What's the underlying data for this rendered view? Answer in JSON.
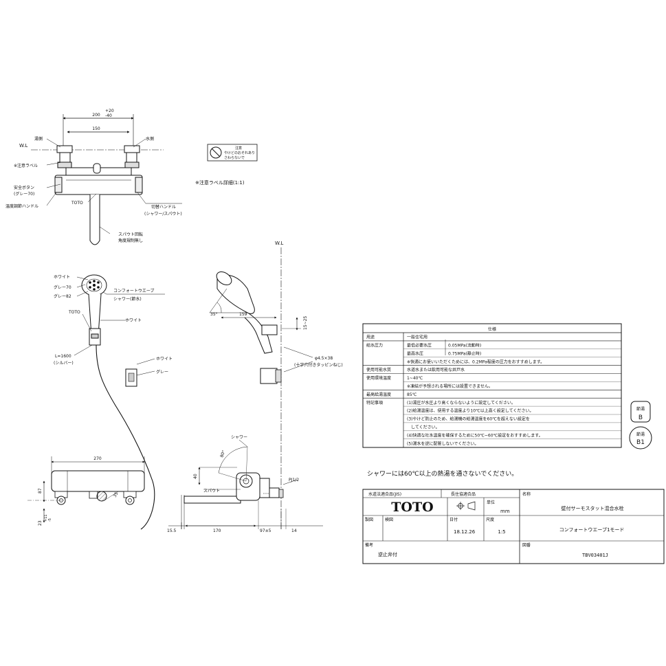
{
  "top_view": {
    "dim_top": "200",
    "dim_top_tol_upper": "+20",
    "dim_top_tol_lower": "-40",
    "dim_150": "150",
    "wl_label": "W.L",
    "left_callouts": [
      "湯側",
      "※注意ラベル",
      "安全ボタン",
      "(グレー70)",
      "温度調節ハンドル"
    ],
    "right_callouts": [
      "水側"
    ],
    "toto_mark": "TOTO",
    "switch_handle": "切替ハンドル",
    "switch_handle_sub": "(シャワー/スパウト)",
    "spout_note_1": "スパウト回転",
    "spout_note_2": "角度規制無し"
  },
  "caution_label": {
    "detail_caption": "※注意ラベル詳細(1:1)",
    "label_line1": "注意",
    "label_line2": "やけどのおそれあり",
    "label_line3": "さわらないで"
  },
  "shower_head": {
    "callouts": [
      "ホワイト",
      "グレー70",
      "グレー82",
      "TOTO",
      "ホワイト"
    ],
    "name_1": "コンフォートウエーブ",
    "name_2": "シャワー(節水)",
    "hose_len": "L=1600",
    "hose_color": "(シルバー)"
  },
  "holder": {
    "callouts": [
      "ホワイト",
      "グレー"
    ]
  },
  "side_view": {
    "wl_label": "W.L",
    "angle_label": "35°",
    "dim_159": "159",
    "dim_15_25": "15~25",
    "screw_1": "φ4.5×38",
    "screw_2": "(十字穴付きタッピンねじ)"
  },
  "front_view": {
    "dim_270": "270",
    "dim_87": "87",
    "dim_23": "23",
    "dim_23_tol_upper": "+11",
    "dim_23_tol_lower": "-5",
    "dim_35": "35"
  },
  "spout_view": {
    "shower_label": "シャワー",
    "angle_80": "80°",
    "spout_label": "スパウト",
    "dim_40": "40",
    "pj_label": "PJ1/2",
    "dim_15_5": "15.5",
    "dim_170": "170",
    "dim_97": "97±5",
    "dim_14": "14"
  },
  "spec_table": {
    "title": "仕様",
    "rows": [
      {
        "label": "用途",
        "sub": "",
        "value": "一般住宅用"
      },
      {
        "label": "給水圧力",
        "sub": "最低必要水圧",
        "value": "0.05MPa(流動時)"
      },
      {
        "label": "",
        "sub": "最高水圧",
        "value": "0.75MPa(静止時)"
      },
      {
        "label": "",
        "sub": "",
        "value": "※快適にお使いいただくためには、0.2MPa程度の圧力をおすすめします。"
      },
      {
        "label": "使用可能水質",
        "sub": "",
        "value": "水道水または飲用可能な井戸水"
      },
      {
        "label": "使用環境温度",
        "sub": "",
        "value": "1~40℃"
      },
      {
        "label": "",
        "sub": "",
        "value": "※凍結が予想される場所には設置できません。"
      },
      {
        "label": "最高給湯温度",
        "sub": "",
        "value": "85℃"
      },
      {
        "label": "特記事項",
        "sub": "",
        "value": "(1)湯圧が水圧より高くならないように設定してください。"
      },
      {
        "label": "",
        "sub": "",
        "value": "(2)給湯温度は、使用する温度より10℃以上高く設定してください。"
      },
      {
        "label": "",
        "sub": "",
        "value": "(3)やけど防止のため、給湯機の給湯温度を60℃を超えない設定を"
      },
      {
        "label": "",
        "sub": "",
        "value": "　してください。"
      },
      {
        "label": "",
        "sub": "",
        "value": "(4)快適な吐水温度を確保するために50℃~60℃設定をおすすめします。"
      },
      {
        "label": "",
        "sub": "",
        "value": "(5)湯水を逆に配管しないでください。"
      }
    ]
  },
  "badges": {
    "b_top": "節湯",
    "b_bottom": "B",
    "b1_top": "節湯",
    "b1_bottom": "B1"
  },
  "shower_note": "シャワーには60℃以上の熱湯を通さないでください。",
  "title_block": {
    "jis": "水道法適合品(JIS)",
    "longlife": "長住協適合品",
    "logo": "TOTO",
    "unit_label": "単位",
    "unit": "mm",
    "name_label": "名称",
    "name": "壁付サーモスタット混合水栓",
    "product": "コンフォートウエーブ1モード",
    "made_label": "製図",
    "check_label": "検図",
    "date_label": "日付",
    "date": "18.12.26",
    "scale_label": "尺度",
    "scale": "1:5",
    "drawing_label": "図番",
    "drawing_no": "TBV03401J",
    "remarks_label": "備考",
    "remarks": "逆止弁付"
  }
}
